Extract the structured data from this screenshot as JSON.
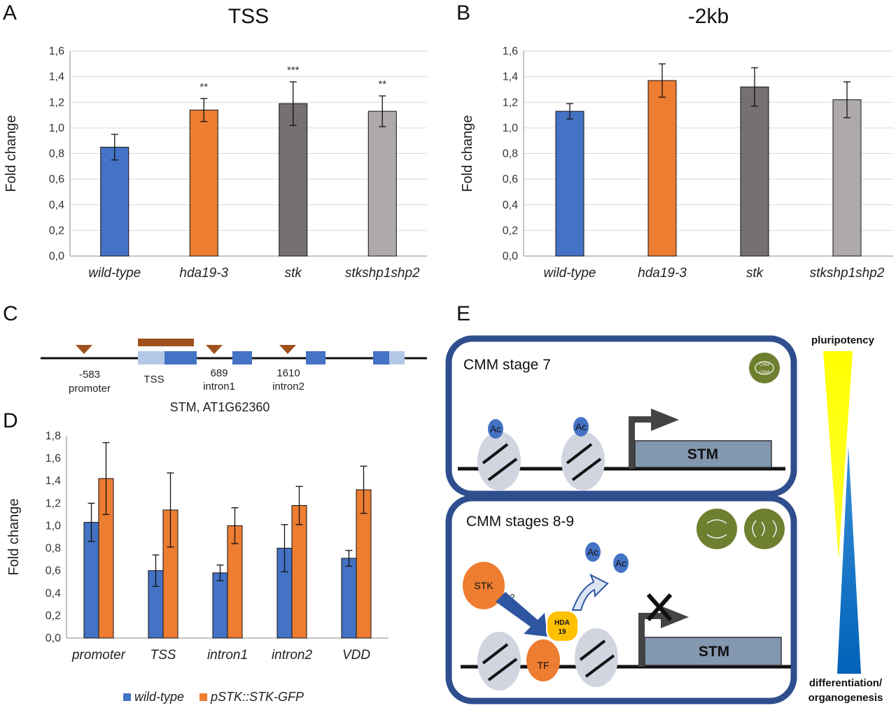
{
  "panels": {
    "a": "A",
    "b": "B",
    "c": "C",
    "d": "D",
    "e": "E"
  },
  "chart_data": [
    {
      "type": "bar",
      "panel": "A",
      "title": "TSS",
      "ylabel": "Fold change",
      "ylim": [
        0,
        1.6
      ],
      "yticks": [
        "0,0",
        "0,2",
        "0,4",
        "0,6",
        "0,8",
        "1,0",
        "1,2",
        "1,4",
        "1,6"
      ],
      "categories": [
        "wild-type",
        "hda19-3",
        "stk",
        "stkshp1shp2"
      ],
      "values": [
        0.85,
        1.14,
        1.19,
        1.13
      ],
      "errors": [
        0.1,
        0.09,
        0.17,
        0.12
      ],
      "significance": [
        "",
        "**",
        "***",
        "**"
      ],
      "colors": [
        "#4472c4",
        "#ed7d31",
        "#757171",
        "#aeaaaa"
      ],
      "grid": true
    },
    {
      "type": "bar",
      "panel": "B",
      "title": "-2kb",
      "ylabel": "Fold change",
      "ylim": [
        0,
        1.6
      ],
      "yticks": [
        "0,0",
        "0,2",
        "0,4",
        "0,6",
        "0,8",
        "1,0",
        "1,2",
        "1,4",
        "1,6"
      ],
      "categories": [
        "wild-type",
        "hda19-3",
        "stk",
        "stkshp1shp2"
      ],
      "values": [
        1.13,
        1.37,
        1.32,
        1.22
      ],
      "errors": [
        0.06,
        0.13,
        0.15,
        0.14
      ],
      "colors": [
        "#4472c4",
        "#ed7d31",
        "#757171",
        "#aeaaaa"
      ],
      "grid": true
    },
    {
      "type": "bar",
      "panel": "D",
      "ylabel": "Fold change",
      "ylim": [
        0,
        1.8
      ],
      "yticks": [
        "0,0",
        "0,2",
        "0,4",
        "0,6",
        "0,8",
        "1,0",
        "1,2",
        "1,4",
        "1,6",
        "1,8"
      ],
      "categories": [
        "promoter",
        "TSS",
        "intron1",
        "intron2",
        "VDD"
      ],
      "series": [
        {
          "name": "wild-type",
          "values": [
            1.03,
            0.6,
            0.58,
            0.8,
            0.71
          ],
          "errors": [
            0.17,
            0.14,
            0.07,
            0.21,
            0.07
          ],
          "color": "#4472c4"
        },
        {
          "name": "pSTK::STK-GFP",
          "values": [
            1.42,
            1.14,
            1.0,
            1.18,
            1.32
          ],
          "errors": [
            0.32,
            0.33,
            0.16,
            0.17,
            0.21
          ],
          "color": "#ed7d31"
        }
      ],
      "legend": "bottom",
      "grid": false
    }
  ],
  "gene_model": {
    "sites": [
      {
        "pos": "-583",
        "name": "promoter"
      },
      {
        "pos": "TSS",
        "name": ""
      },
      {
        "pos": "689",
        "name": "intron1"
      },
      {
        "pos": "1610",
        "name": "intron2"
      }
    ],
    "gene_label": "STM, AT1G62360"
  },
  "model": {
    "box1_title": "CMM stage 7",
    "box2_title": "CMM stages 8-9",
    "stm_label": "STM",
    "ac_label": "Ac",
    "stk_label": "STK",
    "tf_label": "TF",
    "hda_line1": "HDA",
    "hda_line2": "19",
    "question": "?",
    "cmm_icon": "CMM",
    "pluripotency": "pluripotency",
    "differentiation1": "differentiation/",
    "differentiation2": "organogenesis",
    "colors": {
      "frame": "#2e4e8e",
      "nucleosome": "#d1d5e0",
      "acetyl": "#4472c4",
      "stm_box": "#8497b0",
      "stk": "#ed7d31",
      "hda": "#ffc000",
      "cell": "#6e7f30",
      "yellow": "#ffff00",
      "blue": "#0070c0"
    }
  }
}
